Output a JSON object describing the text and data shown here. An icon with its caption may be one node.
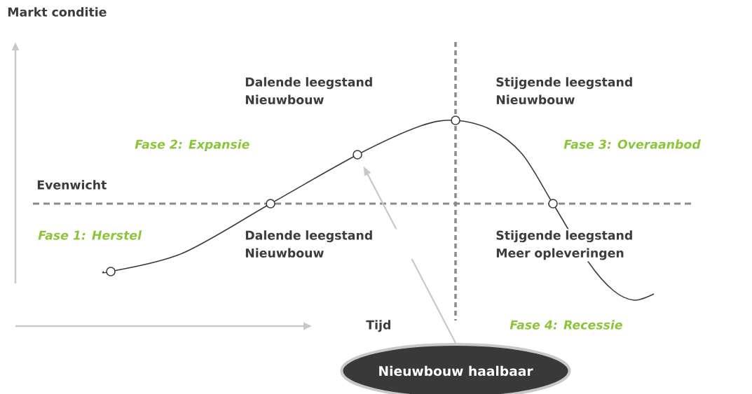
{
  "diagram": {
    "nodes": [
      {
        "text": [
          "Nieuwbouw haalbaar"
        ]
      },
      {
        "text": [],
        "shape": "circle"
      }
    ],
    "edges": [
      {
        "from": 0,
        "to": 1,
        "arrow": "to"
      }
    ],
    "labels": [
      "Markt conditie",
      "Dalende leegstand Nieuwbouw",
      "Stijgende leegstand Nieuwbouw",
      "Fase 2: Expansie",
      "Fase 3: Overaanbod",
      "Evenwicht",
      "Fase 1: Herstel",
      "Dalende leegstand Nieuwbouw",
      "Stijgende leegstand Meer opleveringen",
      "Tijd",
      "Fase 4: Recessie"
    ]
  }
}
